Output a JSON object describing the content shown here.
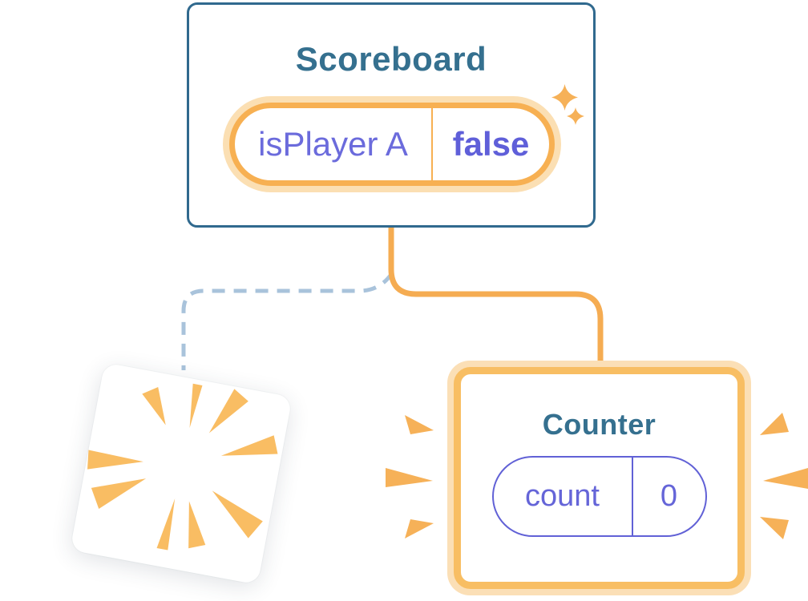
{
  "scoreboard": {
    "title": "Scoreboard",
    "state": {
      "key": "isPlayer A",
      "value": "false"
    }
  },
  "counter": {
    "title": "Counter",
    "state": {
      "key": "count",
      "value": "0"
    }
  },
  "icons": {
    "sparkle": "four-point-star",
    "burst": "explosion-rays",
    "sparks": "emphasis-wedges"
  },
  "colors": {
    "card_border_blue": "#30698E",
    "title_blue": "#35708F",
    "orange": "#F5AC52",
    "orange_light": "#FBDFB4",
    "orange_border": "#F8BE63",
    "purple": "#6565D8",
    "dashed_blue": "#A9C3DB",
    "background": "#FFFFFF"
  }
}
